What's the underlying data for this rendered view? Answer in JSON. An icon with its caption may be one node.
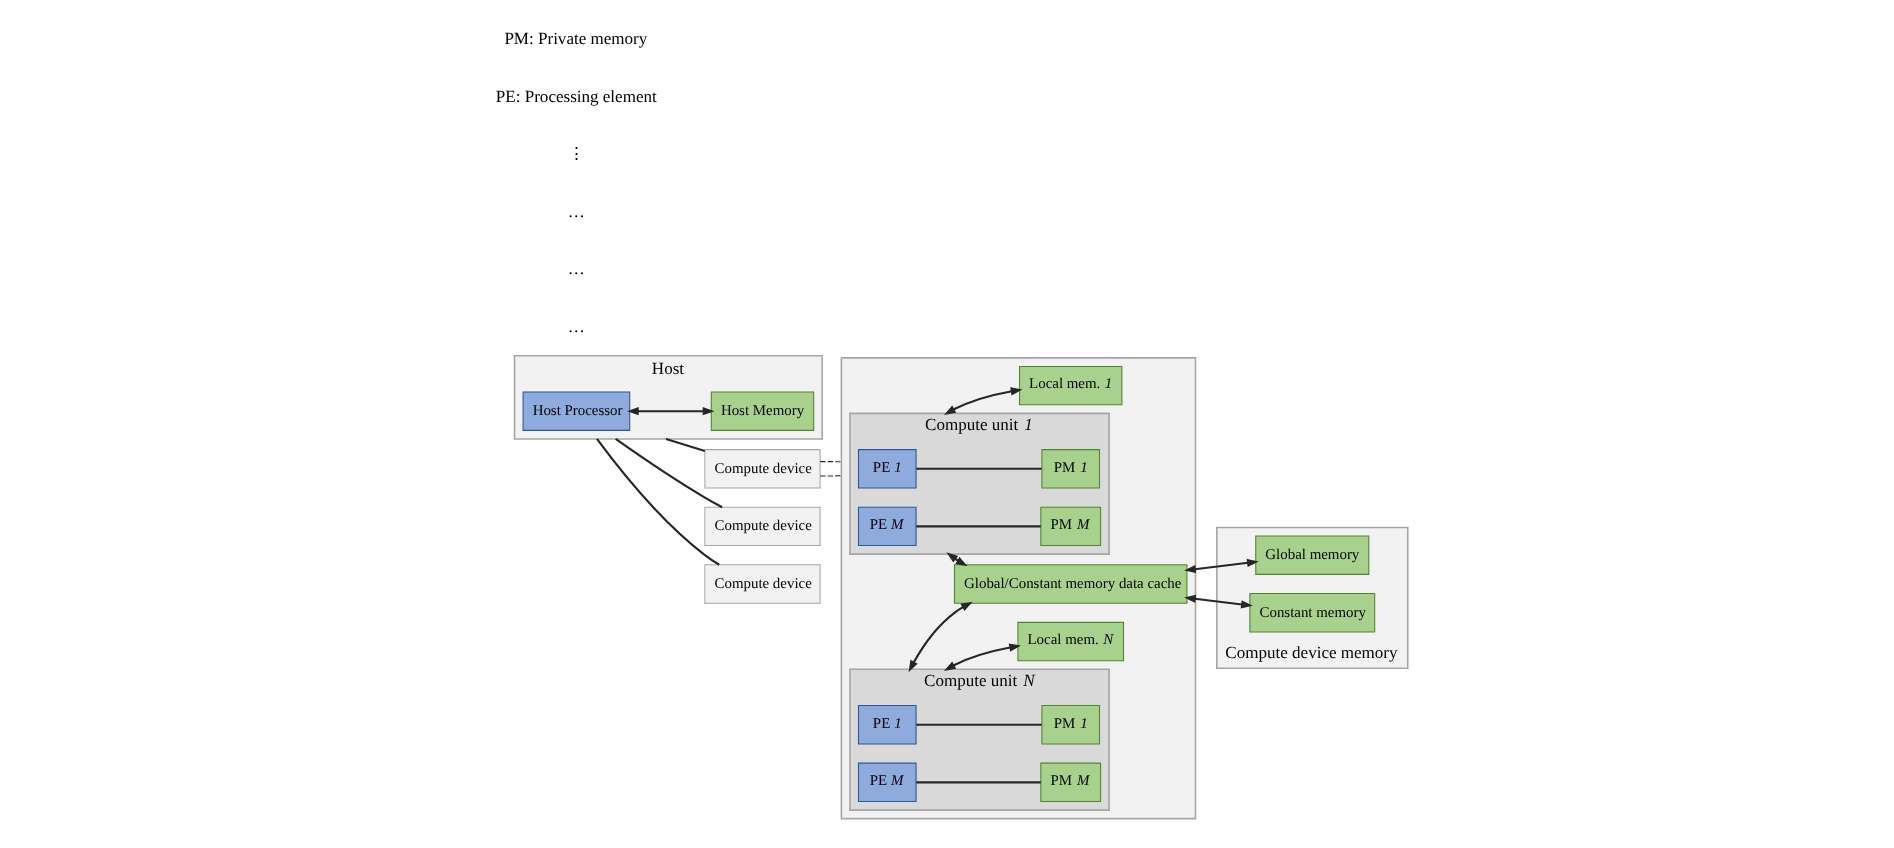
{
  "diagram": {
    "nodes": [
      {
        "text": [
          "Host"
        ]
      },
      {
        "text": [
          "Host Processor"
        ],
        "in": 0
      },
      {
        "text": [
          "Host Memory"
        ],
        "in": 0
      },
      {
        "text": [
          "Compute device"
        ]
      },
      {
        "text": [
          "Compute device"
        ]
      },
      {
        "text": [
          "Compute device"
        ]
      },
      {
        "text": [],
        "shape": "box"
      },
      {
        "text": [
          "Compute unit *1*"
        ],
        "in": 6
      },
      {
        "text": [
          "PE *1*"
        ],
        "in": 7
      },
      {
        "text": [
          "PM *1*"
        ],
        "in": 7
      },
      {
        "text": [
          "PE *M*"
        ],
        "in": 7
      },
      {
        "text": [
          "PM *M*"
        ],
        "in": 7
      },
      {
        "text": [
          "Compute unit *N*"
        ],
        "in": 6
      },
      {
        "text": [
          "PE *1*"
        ],
        "in": 12
      },
      {
        "text": [
          "PM *1*"
        ],
        "in": 12
      },
      {
        "text": [
          "PE *M*"
        ],
        "in": 12
      },
      {
        "text": [
          "PM *M*"
        ],
        "in": 12
      },
      {
        "text": [
          "Local mem. *1*"
        ],
        "in": 6
      },
      {
        "text": [
          "Local mem. *N*"
        ],
        "in": 6
      },
      {
        "text": [
          "Global/Constant memory data cache"
        ],
        "in": 6
      },
      {
        "text": [
          "Compute device memory"
        ]
      },
      {
        "text": [
          "Global memory"
        ],
        "in": 20
      },
      {
        "text": [
          "Constant memory"
        ],
        "in": 20
      }
    ],
    "edges": [
      {
        "from": 1,
        "to": 2,
        "arrow": "both"
      },
      {
        "from": 0,
        "to": 3,
        "arrow": "none"
      },
      {
        "from": 0,
        "to": 4,
        "arrow": "none"
      },
      {
        "from": 0,
        "to": 5,
        "arrow": "none"
      },
      {
        "from": 4,
        "to": 6,
        "arrow": "none",
        "style": "dashed"
      },
      {
        "from": 4,
        "to": 6,
        "arrow": "none",
        "style": "dashed"
      },
      {
        "from": 8,
        "to": 9,
        "arrow": "none"
      },
      {
        "from": 10,
        "to": 11,
        "arrow": "none"
      },
      {
        "from": 13,
        "to": 14,
        "arrow": "none"
      },
      {
        "from": 15,
        "to": 16,
        "arrow": "none"
      },
      {
        "from": 7,
        "to": 17,
        "arrow": "both"
      },
      {
        "from": 7,
        "to": 19,
        "arrow": "both"
      },
      {
        "from": 12,
        "to": 18,
        "arrow": "both"
      },
      {
        "from": 12,
        "to": 19,
        "arrow": "both"
      },
      {
        "from": 19,
        "to": 21,
        "arrow": "both"
      },
      {
        "from": 19,
        "to": 22,
        "arrow": "both"
      }
    ],
    "labels": [
      "…",
      "…",
      "…",
      "⋮",
      "PE: Processing element",
      "PM: Private memory"
    ]
  }
}
